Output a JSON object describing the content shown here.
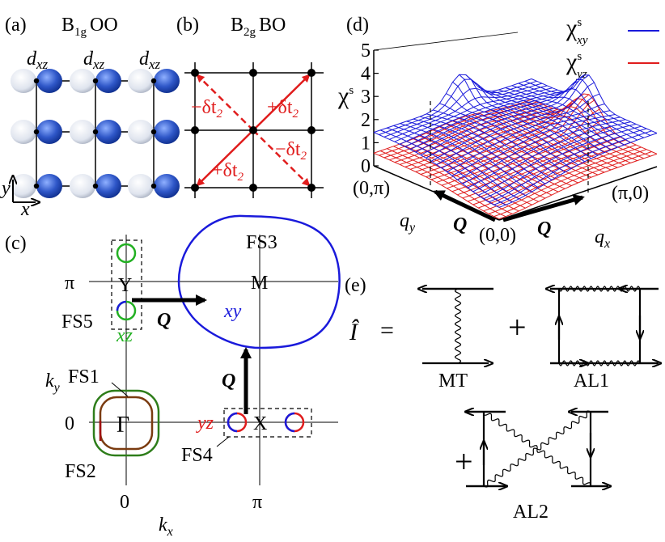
{
  "panels": {
    "a": {
      "tag": "(a)",
      "title_main": "B",
      "title_sub": "1g",
      "title_rest": "OO",
      "orbital": "d",
      "orbital_sub": "xz",
      "axis_y": "y",
      "axis_x": "x"
    },
    "b": {
      "tag": "(b)",
      "title_main": "B",
      "title_sub": "2g",
      "title_rest": "BO",
      "bond_minus": "−δt",
      "bond_plus": "+δt",
      "bond_sub": "2"
    },
    "c": {
      "tag": "(c)",
      "pi_y": "π",
      "zero_y": "0",
      "zero_x": "0",
      "pi_x": "π",
      "ky": "k",
      "ky_sub": "y",
      "kx": "k",
      "kx_sub": "x",
      "points": {
        "gamma": "Γ",
        "x": "X",
        "y": "Y",
        "m": "M"
      },
      "fs": {
        "fs1": "FS1",
        "fs2": "FS2",
        "fs3": "FS3",
        "fs4": "FS4",
        "fs5": "FS5"
      },
      "orbitals": {
        "xy": "xy",
        "xz": "xz",
        "yz": "yz"
      },
      "q": "Q"
    },
    "d": {
      "tag": "(d)",
      "chi": "χ",
      "chi_sup": "s",
      "legend": [
        {
          "sup": "s",
          "sub": "xy",
          "color": "#1a1adb"
        },
        {
          "sup": "s",
          "sub": "yz",
          "color": "#e01c1c"
        }
      ],
      "zticks": [
        "0",
        "1",
        "2",
        "3",
        "4",
        "5"
      ],
      "corner_left": "(0,π)",
      "corner_right": "(π,0)",
      "origin": "(0,0)",
      "qy": "q",
      "qy_sub": "y",
      "qx": "q",
      "qx_sub": "x",
      "q": "Q"
    },
    "e": {
      "tag": "(e)",
      "lhs": "Î",
      "equals": "=",
      "plus": "+",
      "diagrams": [
        "MT",
        "AL1",
        "AL2"
      ]
    }
  },
  "colors": {
    "blue": "#1a1adb",
    "red": "#e01c1c",
    "green": "#22b022",
    "brown": "#7a3b10",
    "darkgreen": "#2e7d1a",
    "orbital": "#2f57c8"
  }
}
